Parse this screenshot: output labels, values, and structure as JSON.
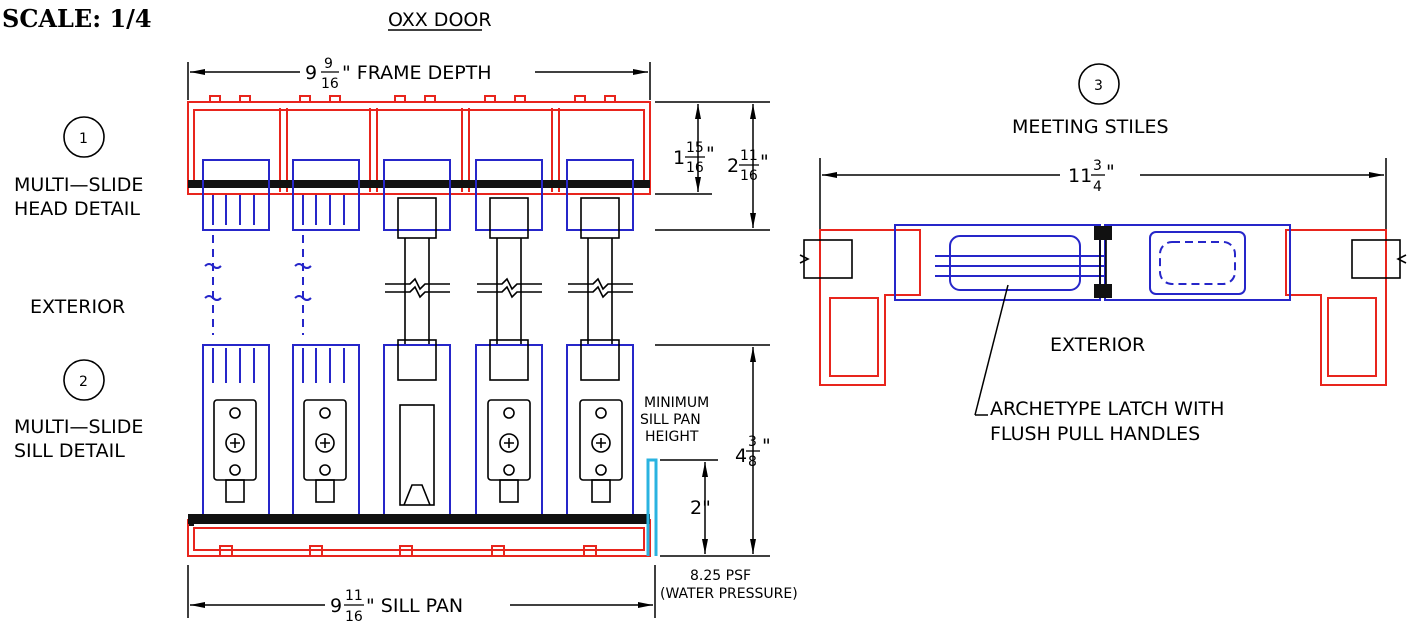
{
  "scale": "SCALE: 1/4",
  "door_type": "OXX DOOR",
  "frame_depth": {
    "whole": "9",
    "num": "9",
    "den": "16",
    "label": "\" FRAME DEPTH"
  },
  "sill_pan": {
    "whole": "9",
    "num": "11",
    "den": "16",
    "label": "\" SILL PAN"
  },
  "dim_head_inner": {
    "whole": "1",
    "num": "15",
    "den": "16",
    "unit": "\""
  },
  "dim_head_outer": {
    "whole": "2",
    "num": "11",
    "den": "16",
    "unit": "\""
  },
  "dim_sill": {
    "whole": "4",
    "num": "3",
    "den": "8",
    "unit": "\""
  },
  "dim_pan": "2\"",
  "dim_stiles": {
    "whole": "11",
    "num": "3",
    "den": "4",
    "unit": "\""
  },
  "callouts": [
    {
      "num": "1",
      "line1": "MULTI—SLIDE",
      "line2": "HEAD DETAIL"
    },
    {
      "num": "2",
      "line1": "MULTI—SLIDE",
      "line2": "SILL DETAIL"
    },
    {
      "num": "3",
      "line1": "MEETING STILES"
    }
  ],
  "exterior_left": "EXTERIOR",
  "exterior_right": "EXTERIOR",
  "min_sill": [
    "MINIMUM",
    "SILL PAN",
    "HEIGHT"
  ],
  "pressure": [
    "8.25 PSF",
    "(WATER PRESSURE)"
  ],
  "latch_note": [
    "ARCHETYPE LATCH WITH",
    "FLUSH PULL HANDLES"
  ],
  "colors": {
    "frame": "#e8251d",
    "panel": "#2626c9",
    "pan": "#2ab3e0",
    "line": "#000000"
  }
}
